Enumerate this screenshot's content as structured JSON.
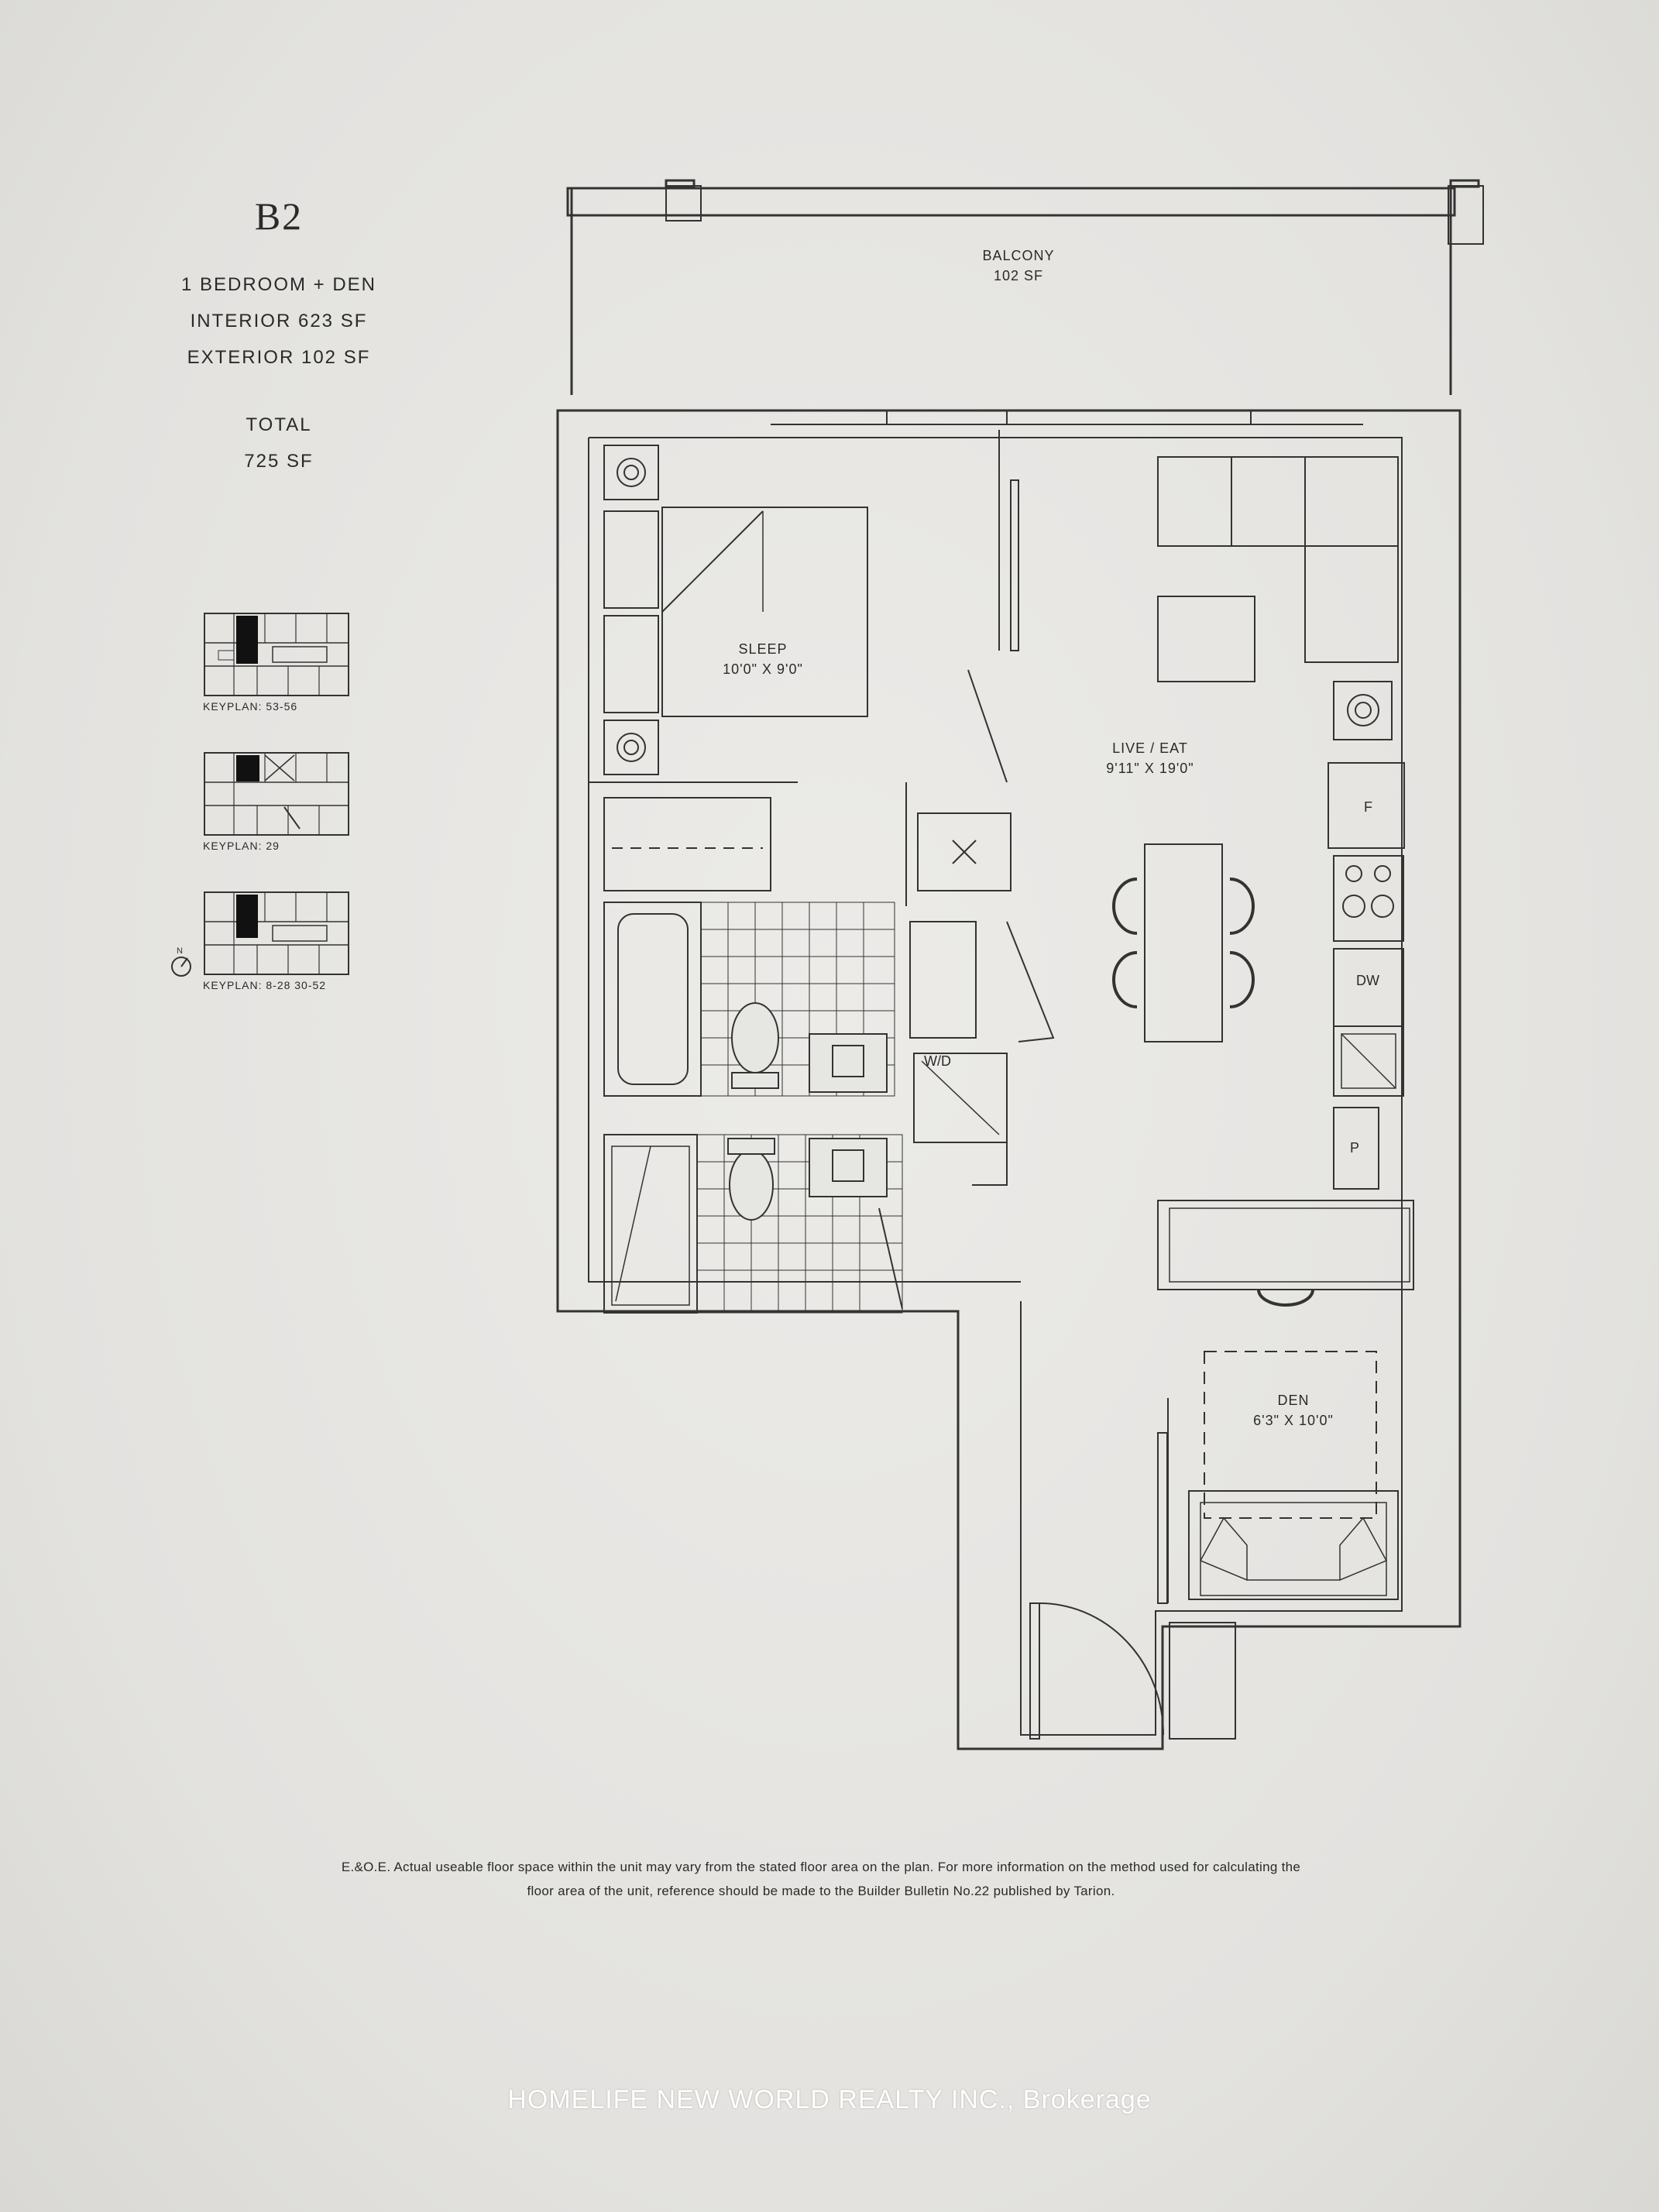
{
  "unit": {
    "name": "B2",
    "type": "1 BEDROOM + DEN",
    "interior": "INTERIOR 623 SF",
    "exterior": "EXTERIOR 102 SF",
    "total_label": "TOTAL",
    "total_value": "725 SF"
  },
  "keyplans": [
    {
      "label": "KEYPLAN: 53-56"
    },
    {
      "label": "KEYPLAN: 29"
    },
    {
      "label": "KEYPLAN: 8-28  30-52"
    }
  ],
  "compass": {
    "label": "N"
  },
  "rooms": {
    "balcony": {
      "name": "BALCONY",
      "area": "102 SF"
    },
    "sleep": {
      "name": "SLEEP",
      "dims": "10'0\" X 9'0\""
    },
    "live_eat": {
      "name": "LIVE / EAT",
      "dims": "9'11\" X 19'0\""
    },
    "den": {
      "name": "DEN",
      "dims": "6'3\" X 10'0\""
    }
  },
  "fixtures": {
    "fridge": "F",
    "dishwasher": "DW",
    "pantry": "P",
    "washer_dryer": "W/D"
  },
  "disclaimer": {
    "line1": "E.&O.E. Actual useable floor space within the unit may vary from the stated floor area on the plan. For more information on the method used for calculating the",
    "line2": "floor area of the unit, reference should be made to the Builder Bulletin No.22 published by Tarion."
  },
  "watermark": "HOMELIFE NEW WORLD REALTY INC., Brokerage"
}
